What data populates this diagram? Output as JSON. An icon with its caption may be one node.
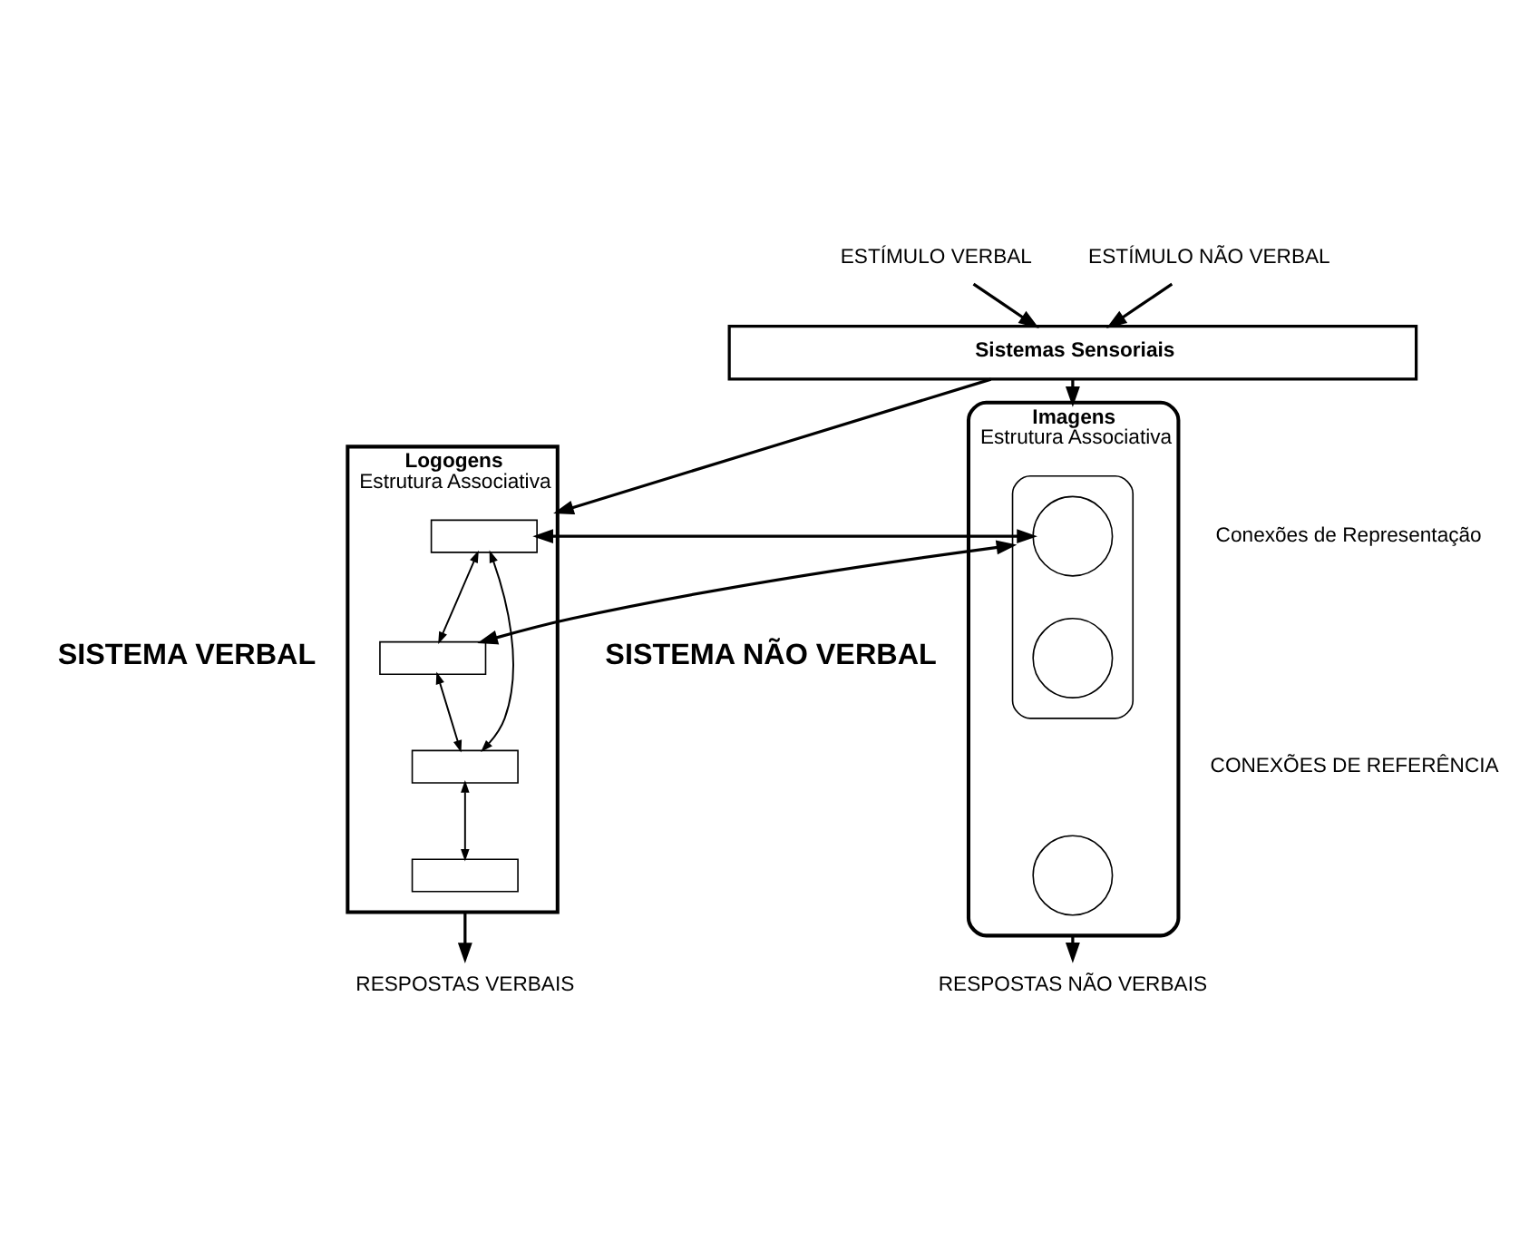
{
  "diagram": {
    "nodes": [
      {
        "text": [
          "ESTÍMULO VERBAL"
        ]
      },
      {
        "text": [
          "ESTÍMULO NÃO VERBAL"
        ]
      },
      {
        "text": [
          "Sistemas Sensoriais"
        ]
      },
      {
        "text": [
          "Logogens",
          "Estrutura Associativa"
        ],
        "beside": [
          "SISTEMA VERBAL"
        ]
      },
      {
        "text": [],
        "shape": "box",
        "in": 3
      },
      {
        "text": [],
        "shape": "box",
        "in": 3
      },
      {
        "text": [],
        "shape": "box",
        "in": 3
      },
      {
        "text": [],
        "shape": "box",
        "in": 3
      },
      {
        "text": [
          "Imagens",
          "Estrutura Associativa"
        ],
        "beside": [
          "SISTEMA NÃO VERBAL"
        ]
      },
      {
        "text": [],
        "shape": "capsule",
        "in": 8
      },
      {
        "text": [],
        "shape": "circle",
        "in": 9
      },
      {
        "text": [],
        "shape": "circle",
        "in": 9
      },
      {
        "text": [],
        "shape": "circle",
        "in": 8
      },
      {
        "text": [
          "RESPOSTAS VERBAIS"
        ]
      },
      {
        "text": [
          "RESPOSTAS NÃO VERBAIS"
        ]
      }
    ],
    "edges": [
      {
        "from": 0,
        "to": 2,
        "arrow": "to"
      },
      {
        "from": 1,
        "to": 2,
        "arrow": "to"
      },
      {
        "from": 2,
        "to": 3,
        "arrow": "to"
      },
      {
        "from": 2,
        "to": 8,
        "arrow": "to"
      },
      {
        "from": 4,
        "to": 10,
        "arrow": "both"
      },
      {
        "from": 5,
        "to": 9,
        "arrow": "both"
      },
      {
        "from": 4,
        "to": 6,
        "arrow": "both"
      },
      {
        "from": 4,
        "to": 5,
        "arrow": "both"
      },
      {
        "from": 5,
        "to": 6,
        "arrow": "both"
      },
      {
        "from": 6,
        "to": 7,
        "arrow": "both"
      },
      {
        "from": 3,
        "to": 13,
        "arrow": "to"
      },
      {
        "from": 8,
        "to": 14,
        "arrow": "to"
      }
    ],
    "labels": [
      "Conexões de Representação",
      "CONEXÕES DE REFERÊNCIA"
    ]
  }
}
